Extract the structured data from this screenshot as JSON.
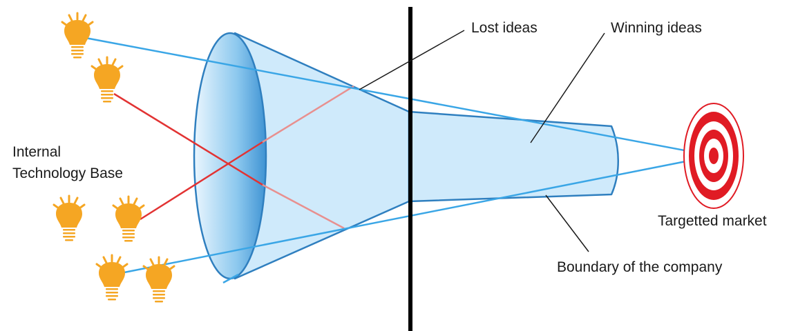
{
  "labels": {
    "internal_line1": "Internal",
    "internal_line2": "Technology Base",
    "lost_ideas": "Lost ideas",
    "winning_ideas": "Winning ideas",
    "targeted_market": "Targetted market",
    "boundary": "Boundary of the company"
  },
  "icons": {
    "idea": "lightbulb-icon",
    "target": "target-icon"
  },
  "colors": {
    "funnel_fill": "#cfeafb",
    "funnel_stroke": "#2f7fbf",
    "winning_line": "#3aa6e6",
    "lost_line": "#e23333",
    "bulb": "#f5a623",
    "target_red": "#e01b24",
    "boundary": "#000000"
  }
}
